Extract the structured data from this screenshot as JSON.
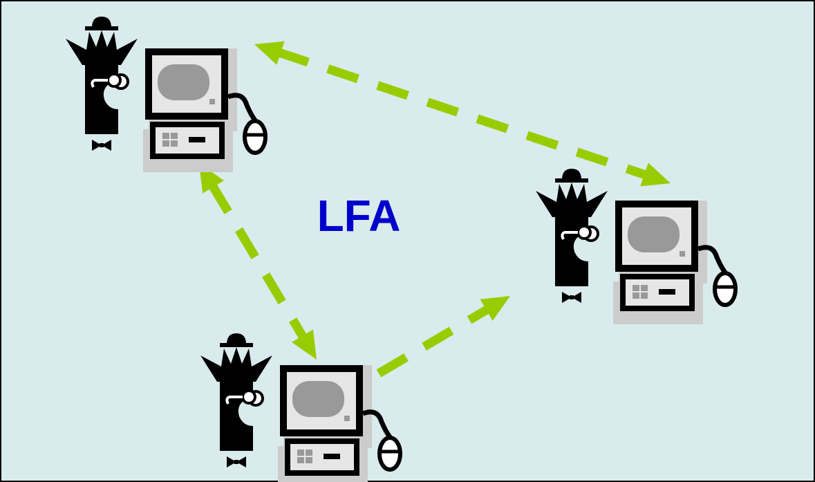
{
  "diagram": {
    "center_label": "LFA",
    "colors": {
      "background": "#daebed",
      "label": "#0000cc",
      "arrow": "#99cc00",
      "figure": "#000000",
      "monitor_screen": "#e6e6e6",
      "screen_glass": "#999999",
      "shadow": "#cccccc"
    },
    "nodes": [
      {
        "name": "workstation-top-left",
        "icon": "person-at-computer-icon"
      },
      {
        "name": "workstation-right",
        "icon": "person-at-computer-icon"
      },
      {
        "name": "workstation-bottom",
        "icon": "person-at-computer-icon"
      }
    ],
    "links": [
      {
        "from": "workstation-top-left",
        "to": "workstation-right",
        "style": "dashed",
        "bidirectional": true
      },
      {
        "from": "workstation-top-left",
        "to": "workstation-bottom",
        "style": "dashed",
        "bidirectional": true
      },
      {
        "from": "workstation-bottom",
        "to": "workstation-right",
        "style": "dashed",
        "bidirectional": false
      }
    ]
  }
}
